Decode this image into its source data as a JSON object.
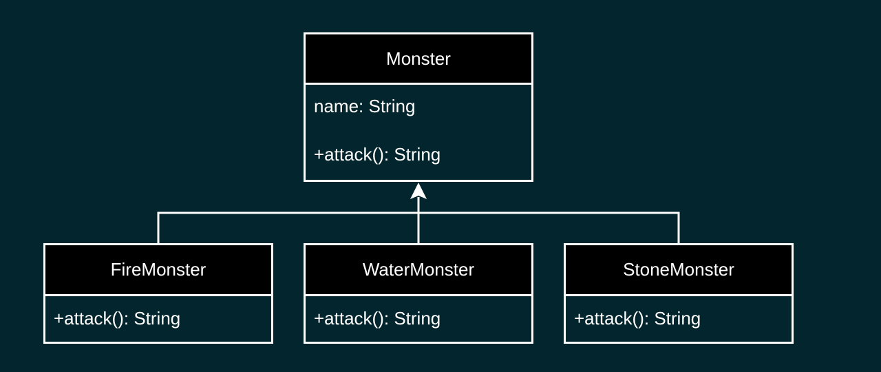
{
  "colors": {
    "background": "#03252d",
    "header_fill": "#000000",
    "stroke": "#ffffff",
    "text": "#ffffff"
  },
  "diagram": {
    "base_class": {
      "name": "Monster",
      "attributes": [
        "name: String"
      ],
      "methods": [
        "+attack(): String"
      ]
    },
    "subclasses": [
      {
        "name": "FireMonster",
        "methods": [
          "+attack(): String"
        ]
      },
      {
        "name": "WaterMonster",
        "methods": [
          "+attack(): String"
        ]
      },
      {
        "name": "StoneMonster",
        "methods": [
          "+attack(): String"
        ]
      }
    ],
    "relationship": "inheritance"
  }
}
